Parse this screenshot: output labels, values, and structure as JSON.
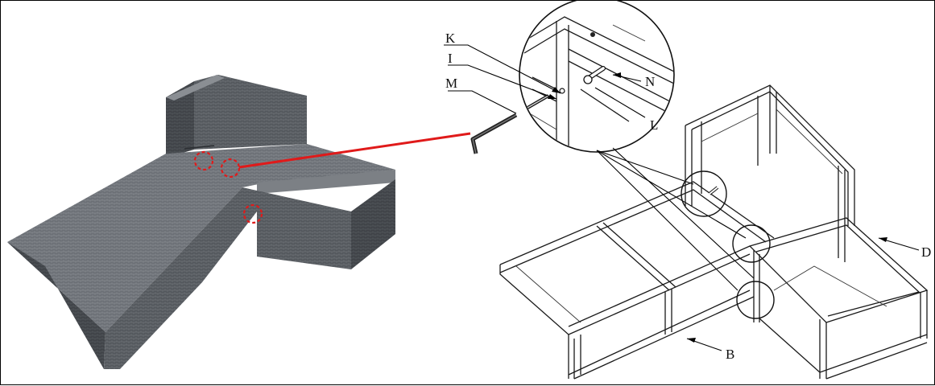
{
  "diagram": {
    "labels": {
      "k": "K",
      "i": "I",
      "m": "M",
      "n": "N",
      "l": "L",
      "d": "D",
      "b": "B"
    },
    "colors": {
      "sofa_top": "#6f7378",
      "sofa_side": "#4c5055",
      "sofa_dark": "#3a3d41",
      "highlight": "#e01a1a",
      "line": "#1a1a1a"
    }
  }
}
